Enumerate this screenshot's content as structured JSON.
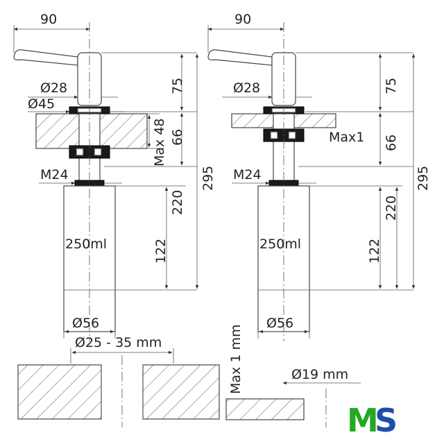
{
  "left_view": {
    "dim_90": "90",
    "dim_75": "75",
    "dim_28": "Ø28",
    "dim_45": "Ø45",
    "dim_max48": "Max 48",
    "dim_66": "66",
    "dim_295": "295",
    "dim_m24": "M24",
    "dim_220": "220",
    "dim_122": "122",
    "volume": "250ml",
    "dim_56": "Ø56"
  },
  "right_view": {
    "dim_90": "90",
    "dim_75": "75",
    "dim_28": "Ø28",
    "dim_max1": "Max1",
    "dim_66": "66",
    "dim_295": "295",
    "dim_m24": "M24",
    "dim_220": "220",
    "dim_122": "122",
    "volume": "250ml",
    "dim_56": "Ø56"
  },
  "bottom_section": {
    "hole_range": "Ø25 - 35 mm",
    "max_thickness": "Max 1 mm",
    "hole_small": "Ø19 mm"
  },
  "logo": {
    "text": "MS",
    "colors": [
      "#22aa22",
      "#1e4fa8"
    ]
  }
}
